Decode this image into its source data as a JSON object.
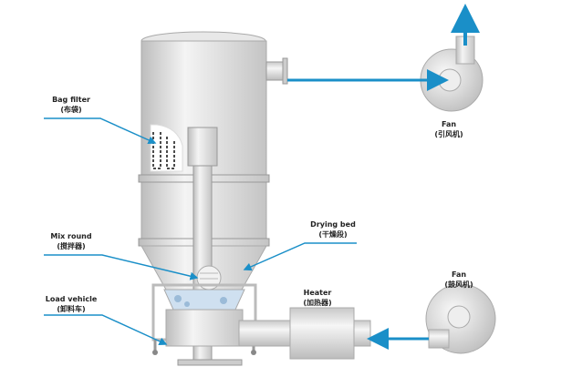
{
  "labels": {
    "bag_filter": {
      "en": "Bag filter",
      "zh": "(布袋)"
    },
    "mix_round": {
      "en": "Mix round",
      "zh": "(搅拌器)"
    },
    "load_vehicle": {
      "en": "Load vehicle",
      "zh": "(卸料车)"
    },
    "drying_bed": {
      "en": "Drying bed",
      "zh": "(干燥段)"
    },
    "heater": {
      "en": "Heater",
      "zh": "(加热器)"
    },
    "exhaust_fan": {
      "en": "Fan",
      "zh": "(引风机)"
    },
    "blower_fan": {
      "en": "Fan",
      "zh": "(鼓风机)"
    }
  },
  "colors": {
    "arrow": "#1a8fc8",
    "equipment": "#dcdcdc"
  }
}
